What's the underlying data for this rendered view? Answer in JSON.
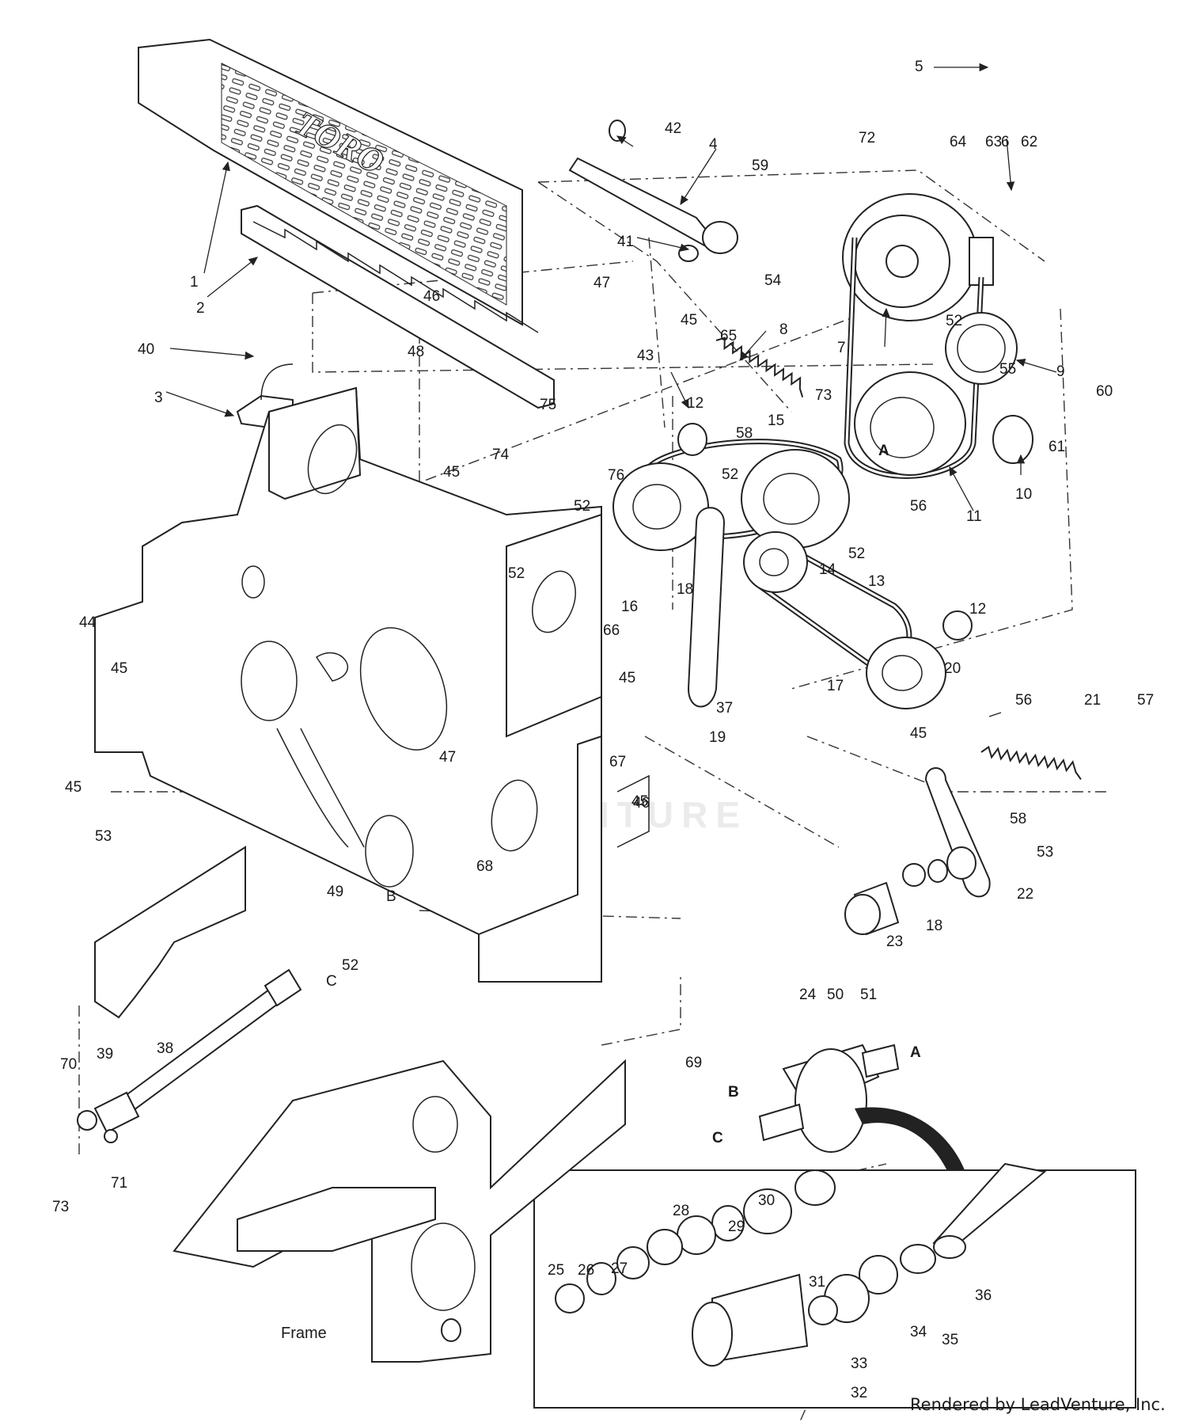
{
  "diagram": {
    "part_labels": [
      "1",
      "2",
      "3",
      "4",
      "5",
      "6",
      "7",
      "8",
      "9",
      "10",
      "11",
      "12",
      "12",
      "13",
      "14",
      "15",
      "16",
      "17",
      "18",
      "18",
      "19",
      "20",
      "21",
      "22",
      "23",
      "24",
      "25",
      "26",
      "27",
      "28",
      "29",
      "30",
      "31",
      "32",
      "33",
      "34",
      "35",
      "36",
      "37",
      "38",
      "39",
      "40",
      "41",
      "42",
      "43",
      "44",
      "45",
      "45",
      "45",
      "45",
      "45",
      "45",
      "45",
      "46",
      "46",
      "47",
      "47",
      "48",
      "49",
      "50",
      "51",
      "52",
      "52",
      "52",
      "52",
      "52",
      "52",
      "53",
      "53",
      "54",
      "55",
      "56",
      "56",
      "57",
      "58",
      "58",
      "59",
      "60",
      "61",
      "62",
      "63",
      "64",
      "65",
      "66",
      "67",
      "68",
      "69",
      "70",
      "71",
      "72",
      "73",
      "73",
      "74",
      "75",
      "76"
    ],
    "letter_labels": [
      "A",
      "A",
      "B",
      "B",
      "C",
      "C"
    ],
    "frame_label": "Frame",
    "logo_text": "TORO",
    "watermark": "LEADVENTURE",
    "credit": "Rendered by LeadVenture, Inc."
  }
}
